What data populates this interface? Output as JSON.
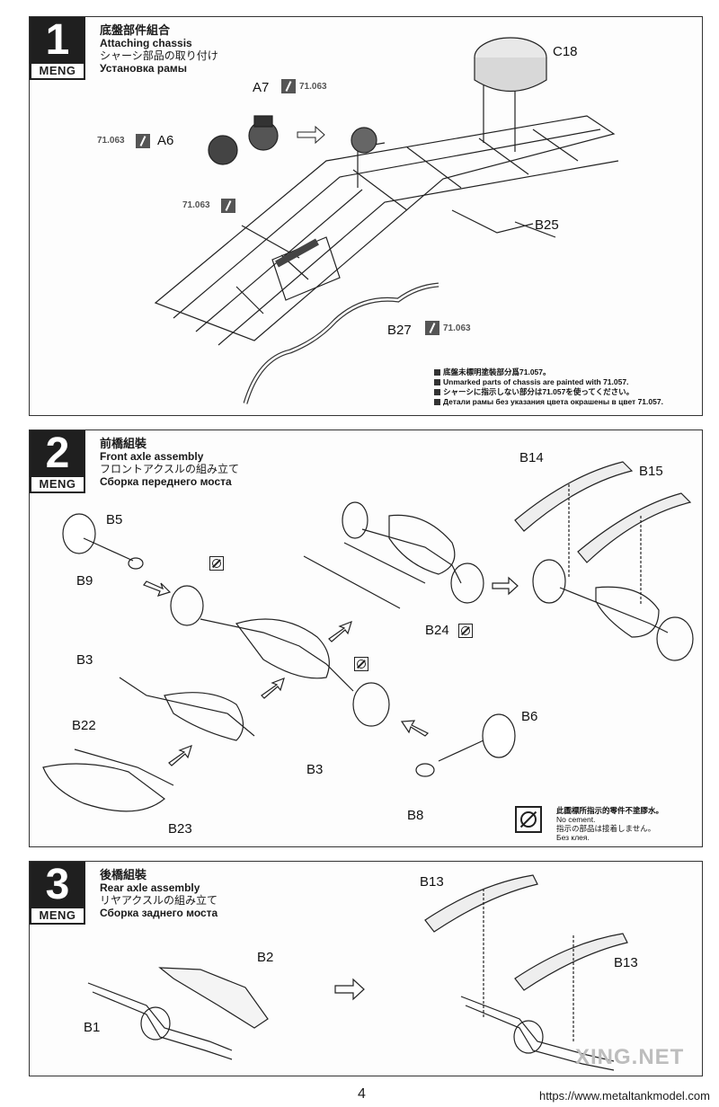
{
  "steps": [
    {
      "number": "1",
      "brand": "MENG",
      "title_zh": "底盤部件組合",
      "title_en": "Attaching chassis",
      "title_ja": "シャーシ部品の取り付け",
      "title_ru": "Установка рамы",
      "parts": [
        "A7",
        "A6",
        "C18",
        "B25",
        "B27"
      ],
      "paint_code": "71.063",
      "notes": [
        "底盤未標明塗裝部分爲71.057。",
        "Unmarked parts of chassis are painted with 71.057.",
        "シャーシに指示しない部分は71.057を使ってください。",
        "Детали рамы без указания цвета окрашены в цвет 71.057."
      ]
    },
    {
      "number": "2",
      "brand": "MENG",
      "title_zh": "前橋組裝",
      "title_en": "Front axle assembly",
      "title_ja": "フロントアクスルの組み立て",
      "title_ru": "Сборка переднего моста",
      "parts": [
        "B14",
        "B15",
        "B5",
        "B9",
        "B24",
        "B3",
        "B3",
        "B22",
        "B23",
        "B6",
        "B8"
      ],
      "legend": {
        "zh": "此圖標所指示的零件不塗膠水。",
        "en": "No cement.",
        "ja": "指示の部品は接着しません。",
        "ru": "Без клея."
      }
    },
    {
      "number": "3",
      "brand": "MENG",
      "title_zh": "後橋組裝",
      "title_en": "Rear axle assembly",
      "title_ja": "リヤアクスルの組み立て",
      "title_ru": "Сборка заднего моста",
      "parts": [
        "B13",
        "B13",
        "B2",
        "B1"
      ]
    }
  ],
  "footer": {
    "page_number": "4",
    "url": "https://www.metaltankmodel.com",
    "watermark": "XING.NET"
  }
}
